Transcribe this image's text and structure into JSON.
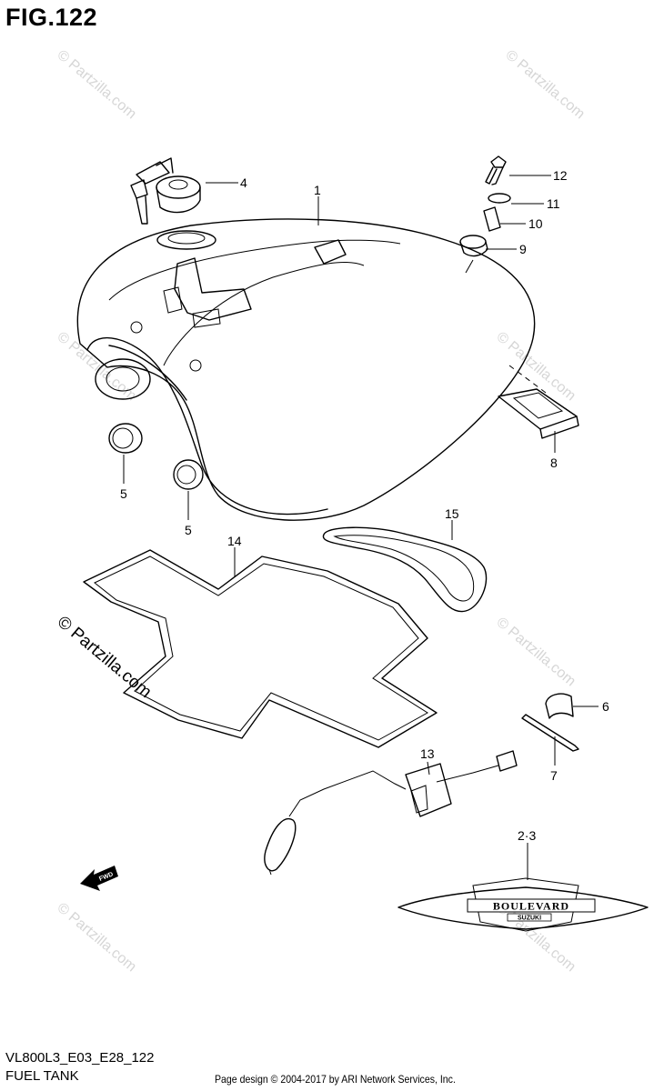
{
  "figure": {
    "title": "FIG.122",
    "model_code": "VL800L3_E03_E28_122",
    "section_name": "FUEL TANK",
    "credit": "Page design © 2004-2017 by ARI Network Services, Inc."
  },
  "watermark": {
    "text": "© Partzilla.com",
    "color": "#d6d6d6"
  },
  "emblem": {
    "brand": "BOULEVARD",
    "maker": "SUZUKI"
  },
  "fwd_arrow": {
    "label": "FWD"
  },
  "callouts": [
    {
      "id": "1",
      "label": "1"
    },
    {
      "id": "4",
      "label": "4"
    },
    {
      "id": "12",
      "label": "12"
    },
    {
      "id": "11",
      "label": "11"
    },
    {
      "id": "10",
      "label": "10"
    },
    {
      "id": "9",
      "label": "9"
    },
    {
      "id": "8",
      "label": "8"
    },
    {
      "id": "5a",
      "label": "5"
    },
    {
      "id": "5b",
      "label": "5"
    },
    {
      "id": "15",
      "label": "15"
    },
    {
      "id": "14",
      "label": "14"
    },
    {
      "id": "6",
      "label": "6"
    },
    {
      "id": "7",
      "label": "7"
    },
    {
      "id": "13",
      "label": "13"
    },
    {
      "id": "2-3",
      "label": "2·3"
    }
  ]
}
